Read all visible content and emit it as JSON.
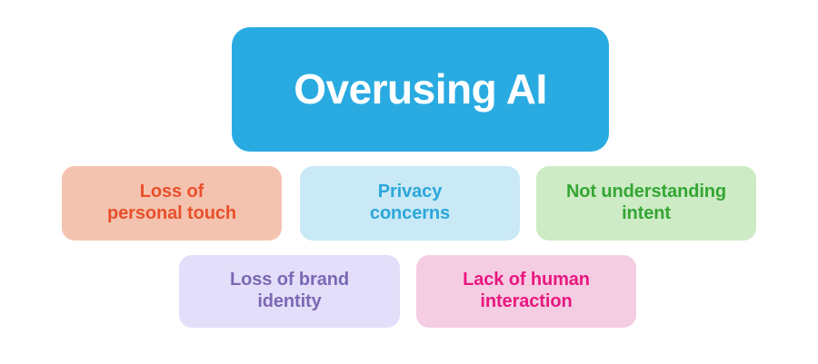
{
  "diagram": {
    "title": "Overusing AI",
    "background_color": "#ffffff",
    "root": {
      "id": "root",
      "label": "Overusing AI",
      "fill_color": "#29ABE2",
      "text_color": "#ffffff"
    },
    "nodes": [
      {
        "id": "loss-of-personal-touch",
        "label": "Loss of\npersonal touch",
        "fill_color": "#F4C3B0",
        "text_color": "#E8502A"
      },
      {
        "id": "privacy-concerns",
        "label": "Privacy\nconcerns",
        "fill_color": "#C9E9F6",
        "text_color": "#2BA6D8"
      },
      {
        "id": "not-understanding-intent",
        "label": "Not understanding\nintent",
        "fill_color": "#CDEBC5",
        "text_color": "#34A634"
      },
      {
        "id": "loss-of-brand-identity",
        "label": "Loss of brand\nidentity",
        "fill_color": "#E3DEF9",
        "text_color": "#7B68B4"
      },
      {
        "id": "lack-of-human-interaction",
        "label": "Lack of human\ninteraction",
        "fill_color": "#F5CDE3",
        "text_color": "#E8187F"
      }
    ]
  }
}
